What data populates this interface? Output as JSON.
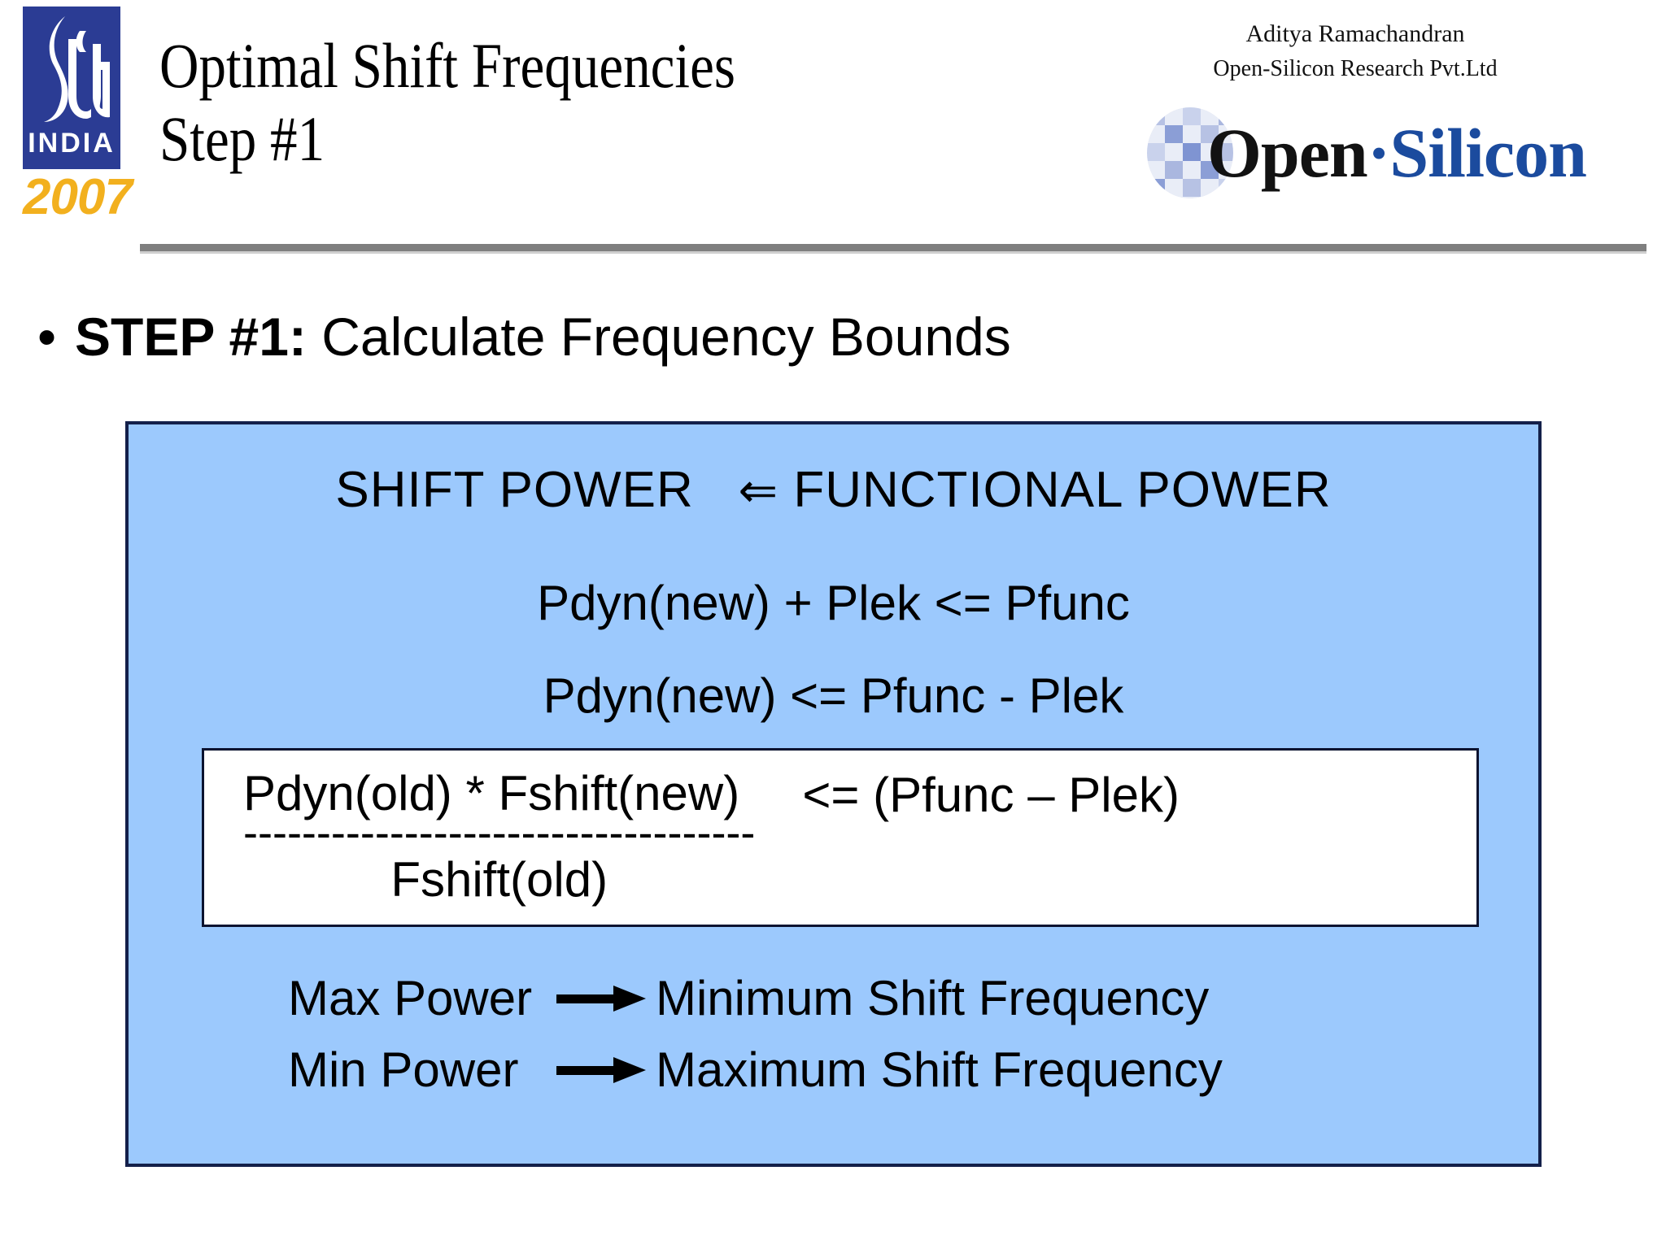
{
  "header": {
    "title": "Optimal Shift Frequencies\nStep #1",
    "logo_left": {
      "name": "snug-india-2007-logo",
      "mark_label": "SNUG",
      "country": "INDIA",
      "year": "2007",
      "box_color": "#2B3C94",
      "year_color": "#F2B01E"
    },
    "presenter": {
      "name": "Aditya Ramachandran",
      "organization": "Open-Silicon Research Pvt.Ltd"
    },
    "logo_right": {
      "name": "open-silicon-logo",
      "word_open": "Open",
      "word_separator": "·",
      "word_silicon": "Silicon",
      "open_color": "#121212",
      "silicon_color": "#1B4B9E"
    },
    "rule_color": "#7F7F7F"
  },
  "body": {
    "bullet": {
      "marker": "•",
      "label_bold": "STEP #1:",
      "label_rest": " Calculate Frequency Bounds"
    },
    "panel": {
      "background_color": "#9CC9FD",
      "border_color": "#14204A",
      "heading": {
        "left": "SHIFT POWER",
        "relation": "⇐",
        "right": "FUNCTIONAL POWER"
      },
      "equations": [
        "Pdyn(new) + Plek <= Pfunc",
        "Pdyn(new) <= Pfunc - Plek"
      ],
      "fraction_box": {
        "numerator": "Pdyn(old) * Fshift(new)",
        "bar": "-----------------------------------",
        "denominator": "Fshift(old)",
        "right_side": "<= (Pfunc – Plek)",
        "background_color": "#FFFFFF",
        "border_color": "#0B1330"
      },
      "mappings": [
        {
          "source": "Max Power",
          "arrow": "→",
          "target": "Minimum Shift Frequency"
        },
        {
          "source": "Min Power",
          "arrow": "→",
          "target": "Maximum Shift Frequency"
        }
      ]
    }
  }
}
